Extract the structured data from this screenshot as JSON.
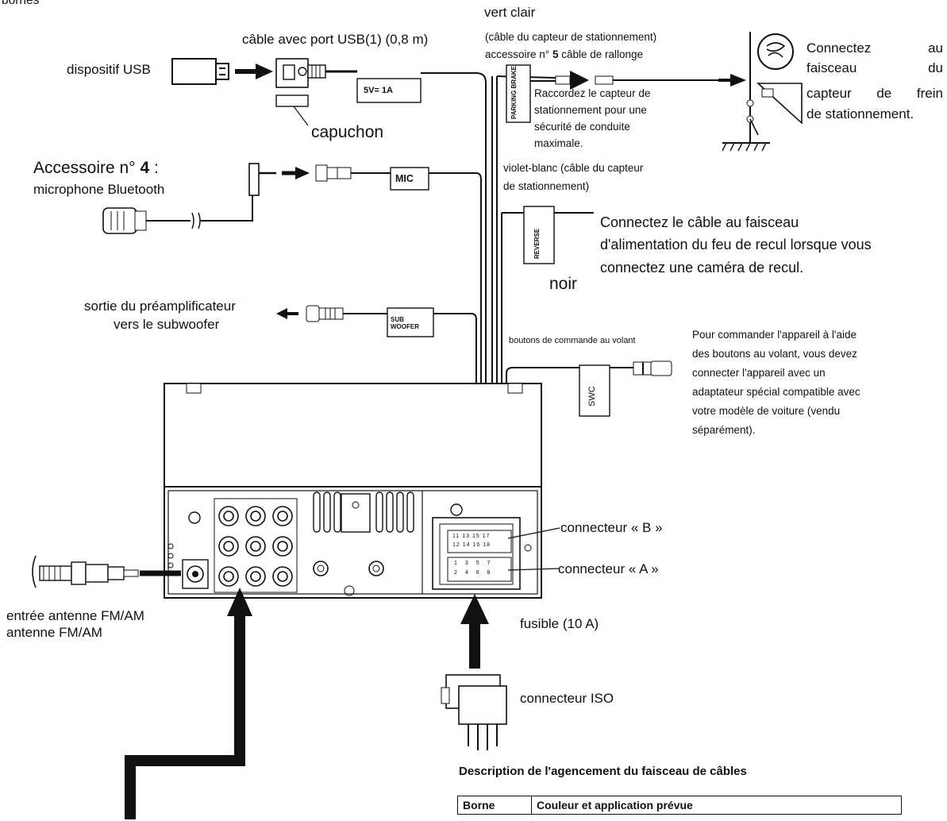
{
  "labels": {
    "top_cut": "bornes",
    "usb_device": "dispositif USB",
    "usb_cable": "câble avec port USB(1) (0,8 m)",
    "usb_box": "5V= 1A",
    "cap": "capuchon",
    "light_green": "vert clair",
    "parking_cable": "(câble du capteur de stationnement)",
    "accessory5_pre": "accessoire n°",
    "accessory5_num": "5",
    "accessory5_post": "câble de rallonge",
    "parking_box": "PARKING BRAKE",
    "parking_note": [
      "Raccordez le capteur de",
      "stationnement pour une",
      "sécurité de conduite",
      "maximale."
    ],
    "brake_connect": [
      "Connectez au",
      "faisceau du",
      "capteur de frein",
      "de stationnement."
    ],
    "accessory4_pre": "Accessoire n°",
    "accessory4_num": "4",
    "accessory4_post": ":",
    "mic_label": "microphone Bluetooth",
    "mic_box": "MIC",
    "violet_white": [
      "violet-blanc (câble du capteur",
      "de stationnement)"
    ],
    "reverse_box": "REVERSE",
    "reverse_note": [
      "Connectez le câble au faisceau",
      "d'alimentation du feu de recul lorsque vous",
      "connectez une caméra de recul."
    ],
    "black": "noir",
    "sub_out": [
      "sortie du préamplificateur",
      "vers le subwoofer"
    ],
    "sub_box": "SUB WOOFER",
    "steering_buttons": "boutons de commande au volant",
    "swc_box": "SWC",
    "swc_note": [
      "Pour commander l'appareil à l'aide",
      "des boutons au volant, vous devez",
      "connecter l'appareil avec un",
      "adaptateur spécial compatible avec",
      "votre modèle de voiture (vendu",
      "séparément)."
    ],
    "connector_b": "connecteur « B »",
    "connector_a": "connecteur « A »",
    "antenna": [
      "entrée antenne FM/AM",
      "antenne FM/AM"
    ],
    "fuse": "fusible (10 A)",
    "iso": "connecteur ISO",
    "pins_b": [
      "11",
      "13",
      "15",
      "17",
      "12",
      "14",
      "16",
      "18"
    ],
    "pins_a": [
      "1",
      "3",
      "5",
      "7",
      "2",
      "4",
      "6",
      "8"
    ]
  },
  "table": {
    "title": "Description de l'agencement du faisceau de câbles",
    "headers": [
      "Borne",
      "Couleur et application prévue"
    ]
  }
}
